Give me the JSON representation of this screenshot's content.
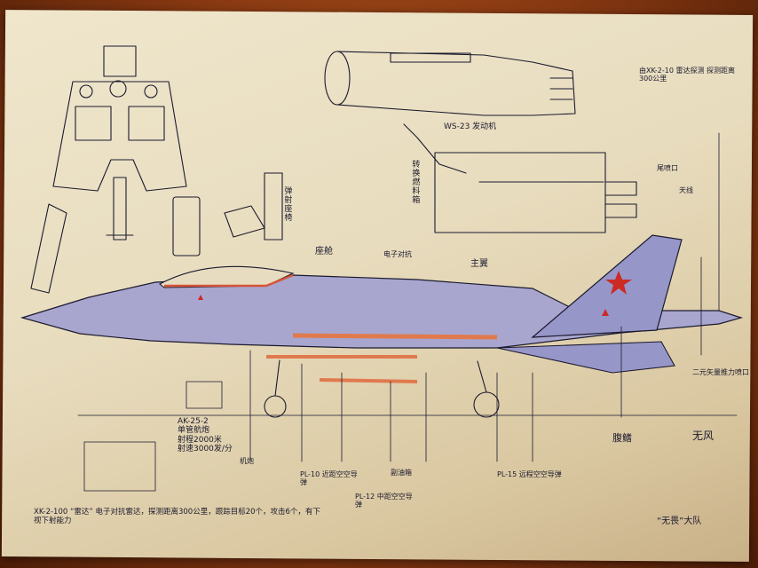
{
  "labels": {
    "radar_note": "AK-25-2\n单管航炮\n射程2000米\n射速3000发/分",
    "engine_label": "WS-23 发动机",
    "fuel_tank_label": "转换燃料箱",
    "seat_label": "弹射座椅",
    "cockpit_label": "座舱",
    "ejection_top_label": "弹射座椅",
    "nozzle_label": "尾喷口",
    "wing_label": "主翼",
    "radar_warning_label": "电子对抗",
    "gun_label": "机炮",
    "pod_label": "副油箱",
    "missile_note_1": "PL-10 近距空空导弹",
    "missile_note_2": "PL-12 中距空空导弹",
    "missile_note_3": "PL-15 远程空空导弹",
    "belly_label": "腹鳍",
    "antenna_label": "天线",
    "rwr_label": "二元矢量推力喷口",
    "bottom_note": "XK-2-100 “雷达” 电子对抗雷达，探测距离300公里，跟踪目标20个，攻击6个，有下视下射能力",
    "missile_right_note": "由XK-2-10 雷达探测 探测距离300公里",
    "signature_1": "无风",
    "signature_2": "“无畏”大队"
  },
  "colors": {
    "ink": "#1b1a2e",
    "paper": "#ece2c6",
    "fuselage": "#a8a6cf",
    "canopy_red": "#d6543a",
    "star_red": "#cc2a24",
    "orange": "#e07a4e"
  }
}
